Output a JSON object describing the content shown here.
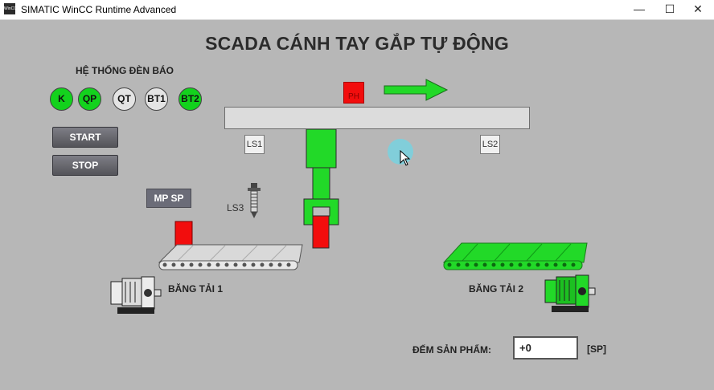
{
  "window": {
    "icon_text": "WinCC",
    "title": "SIMATIC WinCC Runtime Advanced",
    "minimize": "—",
    "maximize": "☐",
    "close": "✕"
  },
  "screen": {
    "title": "SCADA CÁNH TAY GẮP TỰ ĐỘNG",
    "indicator_section": "HỆ THỐNG ĐÈN BÁO",
    "lamps": [
      {
        "label": "K",
        "state": "on"
      },
      {
        "label": "QP",
        "state": "on"
      },
      {
        "label": "QT",
        "state": "off"
      },
      {
        "label": "BT1",
        "state": "off"
      },
      {
        "label": "BT2",
        "state": "on"
      }
    ],
    "buttons": {
      "start": "START",
      "stop": "STOP",
      "mp_sp": "MP SP"
    },
    "sensors": {
      "ph": "PH",
      "ls1": "LS1",
      "ls2": "LS2",
      "ls3": "LS3"
    },
    "conveyors": {
      "belt1": "BĂNG TẢI 1",
      "belt2": "BĂNG TẢI 2"
    },
    "counter": {
      "label": "ĐẾM SẢN PHẨM:",
      "value": "+0",
      "unit": "[SP]"
    }
  },
  "colors": {
    "lamp_on": "#13d21d",
    "lamp_off": "#e4e4e4",
    "active_green": "#22d928",
    "product_red": "#f20d0d",
    "background": "#b7b7b7"
  },
  "icons": [
    "direction-arrow-icon",
    "motor-icon",
    "proximity-sensor-icon"
  ]
}
